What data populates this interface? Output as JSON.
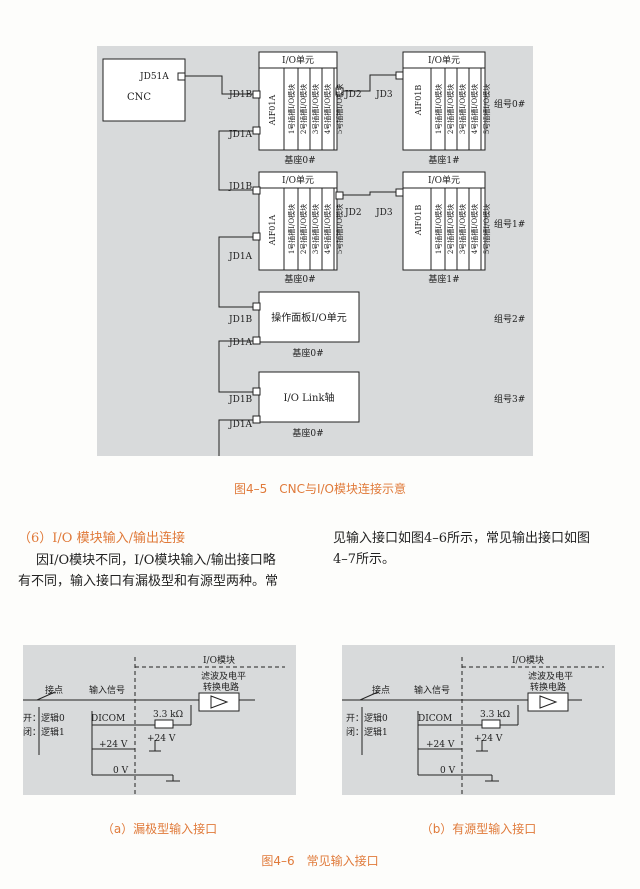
{
  "fig45": {
    "cnc": "CNC",
    "jd51a": "JD51A",
    "io_unit": "I/O单元",
    "jd1b": "JD1B",
    "jd1a": "JD1A",
    "jd2": "JD2",
    "jd3": "JD3",
    "aif01a": "AIF01A",
    "aif01b": "AIF01B",
    "slots": [
      "1号插槽I/O模块",
      "2号插槽I/O模块",
      "3号插槽I/O模块",
      "4号插槽I/O模块",
      "5号插槽I/O模块"
    ],
    "base0": "基座0#",
    "base1": "基座1#",
    "group0": "组号0#",
    "group1": "组号1#",
    "group2": "组号2#",
    "group3": "组号3#",
    "panel_unit": "操作面板I/O单元",
    "iolink": "I/O Link轴",
    "caption": "图4–5　CNC与I/O模块连接示意"
  },
  "text": {
    "heading": "（6）I/O 模块输入/输出连接",
    "left_line1": "因I/O模块不同，I/O模块输入/输出接口略",
    "left_line2": "有不同，输入接口有漏极型和有源型两种。常",
    "right_line1": "见输入接口如图4–6所示，常见输出接口如图",
    "right_line2": "4–7所示。"
  },
  "fig46": {
    "io_module": "I/O模块",
    "filter1": "滤波及电平",
    "filter2": "转换电路",
    "contact": "接点",
    "input_signal": "输入信号",
    "open_line": "开：逻辑0",
    "close_line": "闭：逻辑1",
    "dicom": "DICOM",
    "r": "3.3 kΩ",
    "v24": "+24 V",
    "v0": "0 V",
    "caption_a": "（a）漏极型输入接口",
    "caption_b": "（b）有源型输入接口",
    "caption": "图4–6　常见输入接口"
  }
}
